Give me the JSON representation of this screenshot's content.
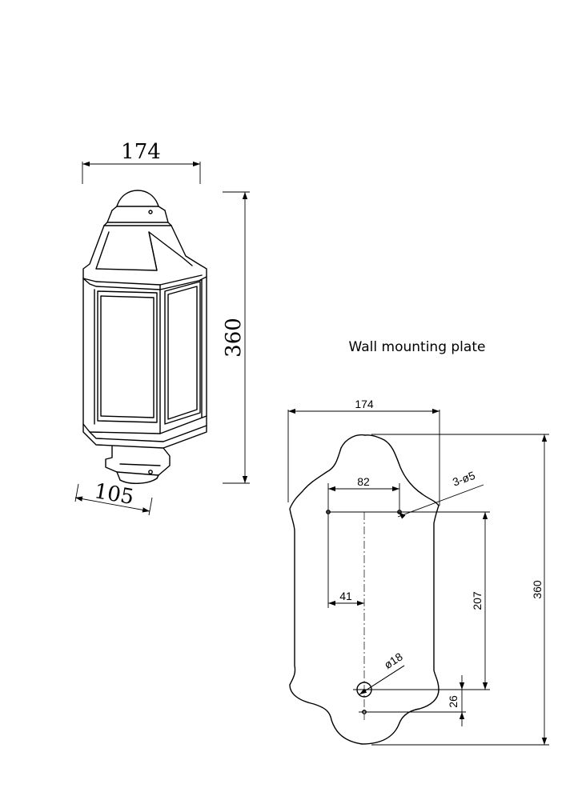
{
  "lamp_view": {
    "width_label": "174",
    "height_label": "360",
    "depth_label": "105"
  },
  "plate_view": {
    "title": "Wall mounting plate",
    "width_label": "174",
    "hole_spacing_label": "82",
    "holes_label": "3-ø5",
    "offset_label": "41",
    "vertical_spacing_label": "207",
    "height_label": "360",
    "cable_hole_label": "ø18",
    "bottom_offset_label": "26"
  }
}
